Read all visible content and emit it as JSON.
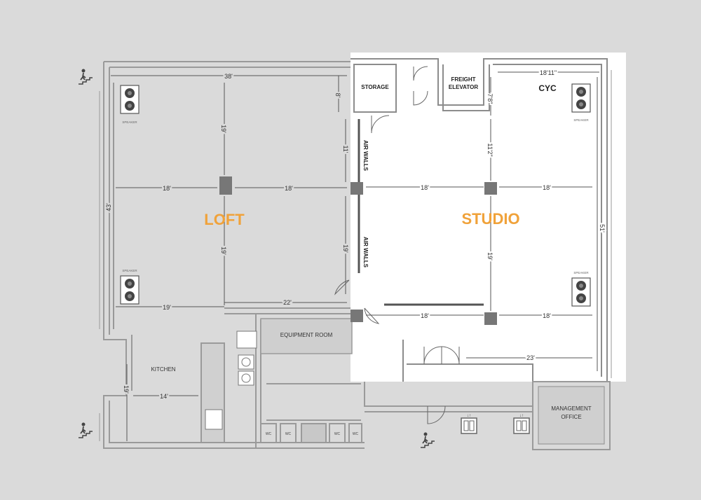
{
  "rooms": {
    "loft": "LOFT",
    "studio": "STUDIO",
    "storage": "STORAGE",
    "freight_line1": "FREIGHT",
    "freight_line2": "ELEVATOR",
    "cyc": "CYC",
    "equipment": "EQUIPMENT ROOM",
    "kitchen": "KITCHEN",
    "mgmt_line1": "MANAGEMENT",
    "mgmt_line2": "OFFICE",
    "wc": "WC"
  },
  "labels": {
    "speaker": "SPEAKER",
    "air_walls": "AIR WALLS"
  },
  "dimensions": {
    "loft_width": "38'",
    "loft_height": "43'",
    "loft_top_gap": "8'",
    "loft_mid_upper": "19'",
    "loft_mid_lower": "19'",
    "loft_left_18": "18'",
    "loft_right_18": "18'",
    "loft_right_11": "11'",
    "loft_right_19": "19'",
    "loft_bottom_19": "19'",
    "loft_bottom_22": "22'",
    "kitchen_14": "14'",
    "kitchen_19": "19'",
    "studio_top": "18'11\"",
    "studio_78": "7'8\"",
    "studio_112": "11'2\"",
    "studio_left_18": "18'",
    "studio_right_18": "18'",
    "studio_mid_19": "19'",
    "studio_height": "51'",
    "studio_bottom_left_18": "18'",
    "studio_bottom_right_18": "18'",
    "studio_bottom_23": "23'"
  },
  "colors": {
    "room_label": "#f0a23a",
    "wall": "#9a9a9a",
    "background": "#dadada",
    "studio_floor": "#ffffff"
  },
  "icons": [
    "stairs-icon",
    "speaker-icon",
    "elevator-icon",
    "sink-icon",
    "washer-icon",
    "column-icon",
    "door-swing-icon"
  ]
}
